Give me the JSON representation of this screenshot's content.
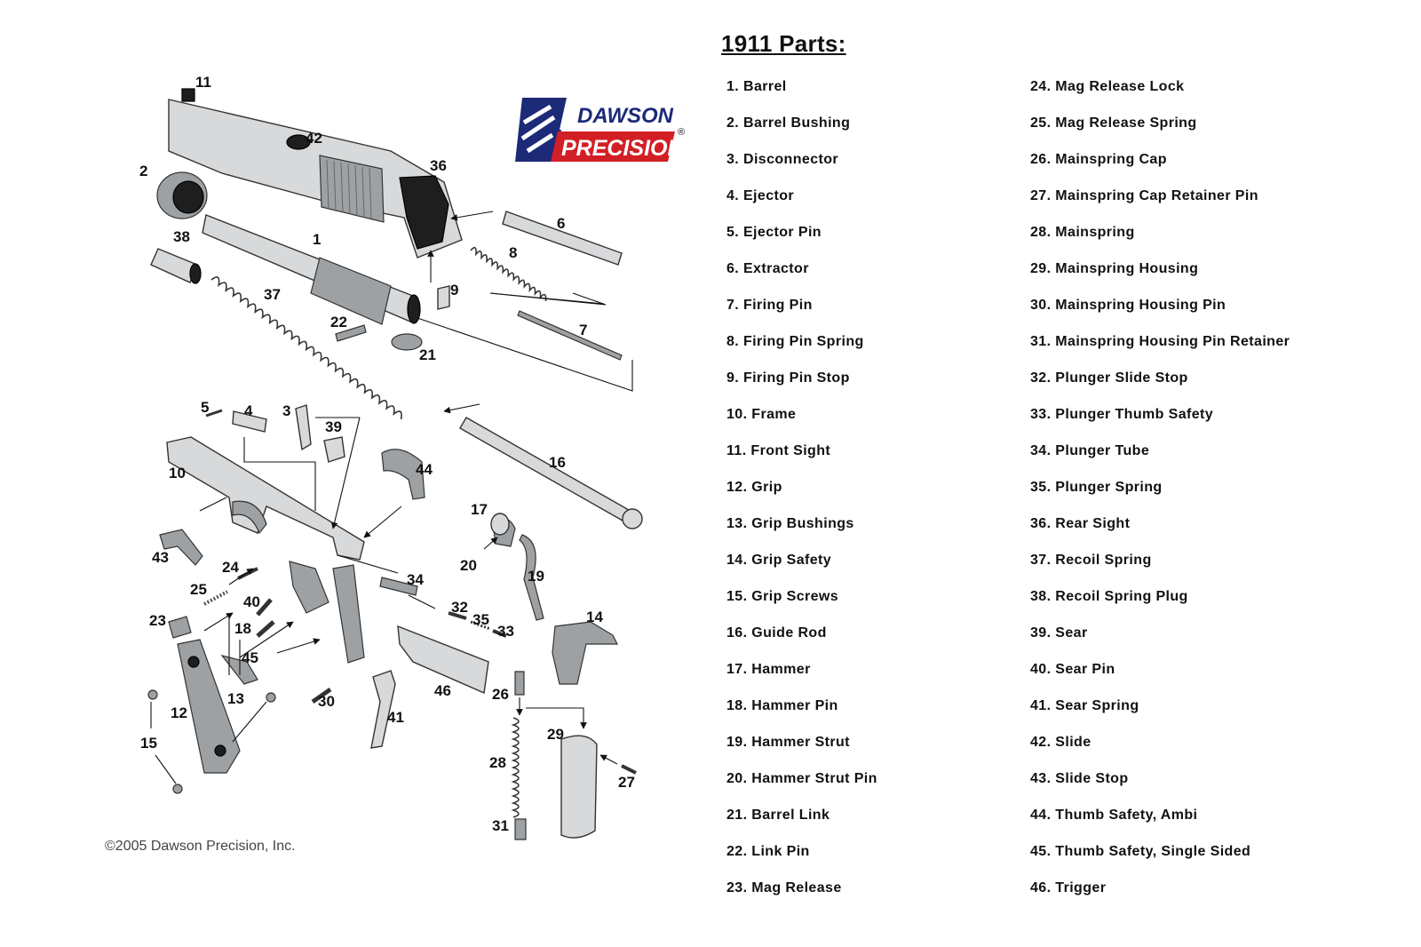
{
  "title": "1911 Parts:",
  "copyright": "©2005 Dawson Precision, Inc.",
  "logo": {
    "line1": "DAWSON",
    "line2": "PRECISION",
    "mark": "®",
    "colors": {
      "navy": "#1c2a78",
      "red": "#d21f26"
    }
  },
  "parts_left": [
    "1. Barrel",
    "2. Barrel Bushing",
    "3. Disconnector",
    "4. Ejector",
    "5. Ejector Pin",
    "6. Extractor",
    "7. Firing Pin",
    "8. Firing Pin Spring",
    "9. Firing Pin Stop",
    "10. Frame",
    "11. Front Sight",
    "12. Grip",
    "13. Grip Bushings",
    "14. Grip Safety",
    "15. Grip Screws",
    "16. Guide Rod",
    "17. Hammer",
    "18. Hammer Pin",
    "19. Hammer Strut",
    "20. Hammer Strut Pin",
    "21. Barrel Link",
    "22. Link Pin",
    "23. Mag Release"
  ],
  "parts_right": [
    "24. Mag Release Lock",
    "25. Mag Release Spring",
    "26. Mainspring Cap",
    "27. Mainspring Cap Retainer Pin",
    "28. Mainspring",
    "29. Mainspring Housing",
    "30. Mainspring Housing Pin",
    "31. Mainspring Housing Pin Retainer",
    "32. Plunger Slide Stop",
    "33. Plunger Thumb Safety",
    "34. Plunger Tube",
    "35. Plunger Spring",
    "36. Rear Sight",
    "37. Recoil Spring",
    "38. Recoil Spring Plug",
    "39. Sear",
    "40. Sear Pin",
    "41. Sear Spring",
    "42. Slide",
    "43. Slide Stop",
    "44. Thumb Safety, Ambi",
    "45. Thumb Safety, Single Sided",
    "46. Trigger"
  ],
  "callouts": {
    "c1": "1",
    "c2": "2",
    "c3": "3",
    "c4": "4",
    "c5": "5",
    "c6": "6",
    "c7": "7",
    "c8": "8",
    "c9": "9",
    "c10": "10",
    "c11": "11",
    "c12": "12",
    "c13": "13",
    "c14": "14",
    "c15": "15",
    "c16": "16",
    "c17": "17",
    "c18": "18",
    "c19": "19",
    "c20": "20",
    "c21": "21",
    "c22": "22",
    "c23": "23",
    "c24": "24",
    "c25": "25",
    "c26": "26",
    "c27": "27",
    "c28": "28",
    "c29": "29",
    "c30": "30",
    "c31": "31",
    "c32": "32",
    "c33": "33",
    "c34": "34",
    "c35": "35",
    "c36": "36",
    "c37": "37",
    "c38": "38",
    "c39": "39",
    "c40": "40",
    "c41": "41",
    "c42": "42",
    "c43": "43",
    "c44": "44",
    "c45": "45",
    "c46": "46"
  }
}
